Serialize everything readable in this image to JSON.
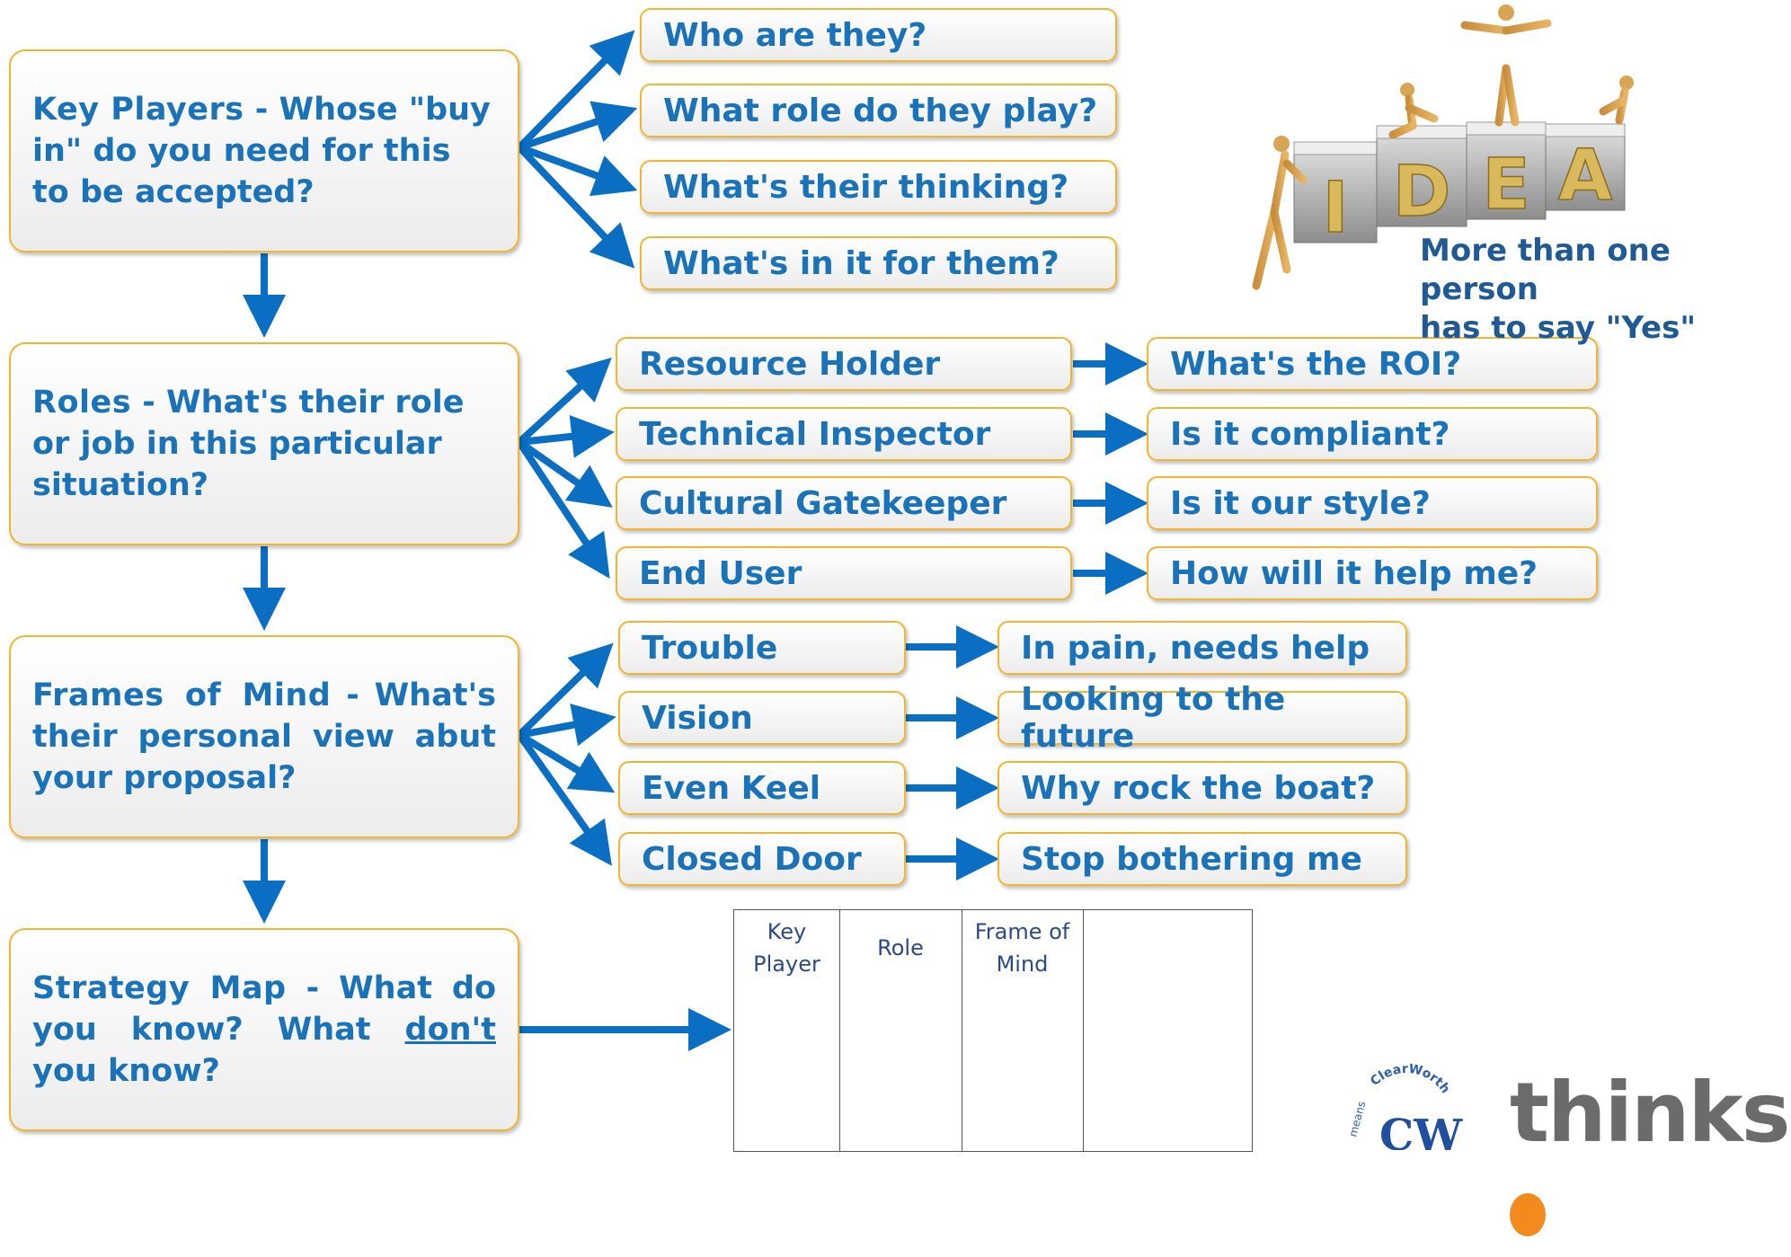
{
  "stages": [
    {
      "key": "Key Players",
      "text": " - Whose \"buy in\" do you need for this to be accepted?"
    },
    {
      "key": "Roles",
      "text": " - What's their role or job in this particular situation?"
    },
    {
      "key": "Frames of Mind",
      "text": " - What's their personal view abut your proposal?"
    },
    {
      "key": "Strategy Map",
      "text_before": " - What do you know?  What ",
      "text_underlined": "don't",
      "text_after": " you know?"
    }
  ],
  "questions": [
    "Who are they?",
    "What role do they play?",
    "What's their thinking?",
    "What's in it for them?"
  ],
  "roles": [
    {
      "label": "Resource Holder",
      "result": "What's the ROI?"
    },
    {
      "label": "Technical Inspector",
      "result": "Is it compliant?"
    },
    {
      "label": "Cultural Gatekeeper",
      "result": "Is it our style?"
    },
    {
      "label": "End User",
      "result": "How will it help me?"
    }
  ],
  "frames": [
    {
      "label": "Trouble",
      "result": "In pain, needs help"
    },
    {
      "label": "Vision",
      "result": "Looking to the future"
    },
    {
      "label": "Even Keel",
      "result": "Why rock the boat?"
    },
    {
      "label": "Closed Door",
      "result": "Stop bothering me"
    }
  ],
  "table": {
    "headers": [
      "Key Player",
      "Role",
      "Frame of Mind",
      ""
    ]
  },
  "image": {
    "block_letters": [
      "I",
      "D",
      "E",
      "A"
    ],
    "caption_line1": "More than one person",
    "caption_line2": "has to say \"Yes\""
  },
  "logos": {
    "seal_text": "ClearWorth",
    "seal_side_text": "means",
    "seal_initials": "CW",
    "brand_text": "thinksp"
  },
  "colors": {
    "arrow": "#0a6fc2",
    "text": "#1a73b8",
    "border": "#f2b531"
  }
}
